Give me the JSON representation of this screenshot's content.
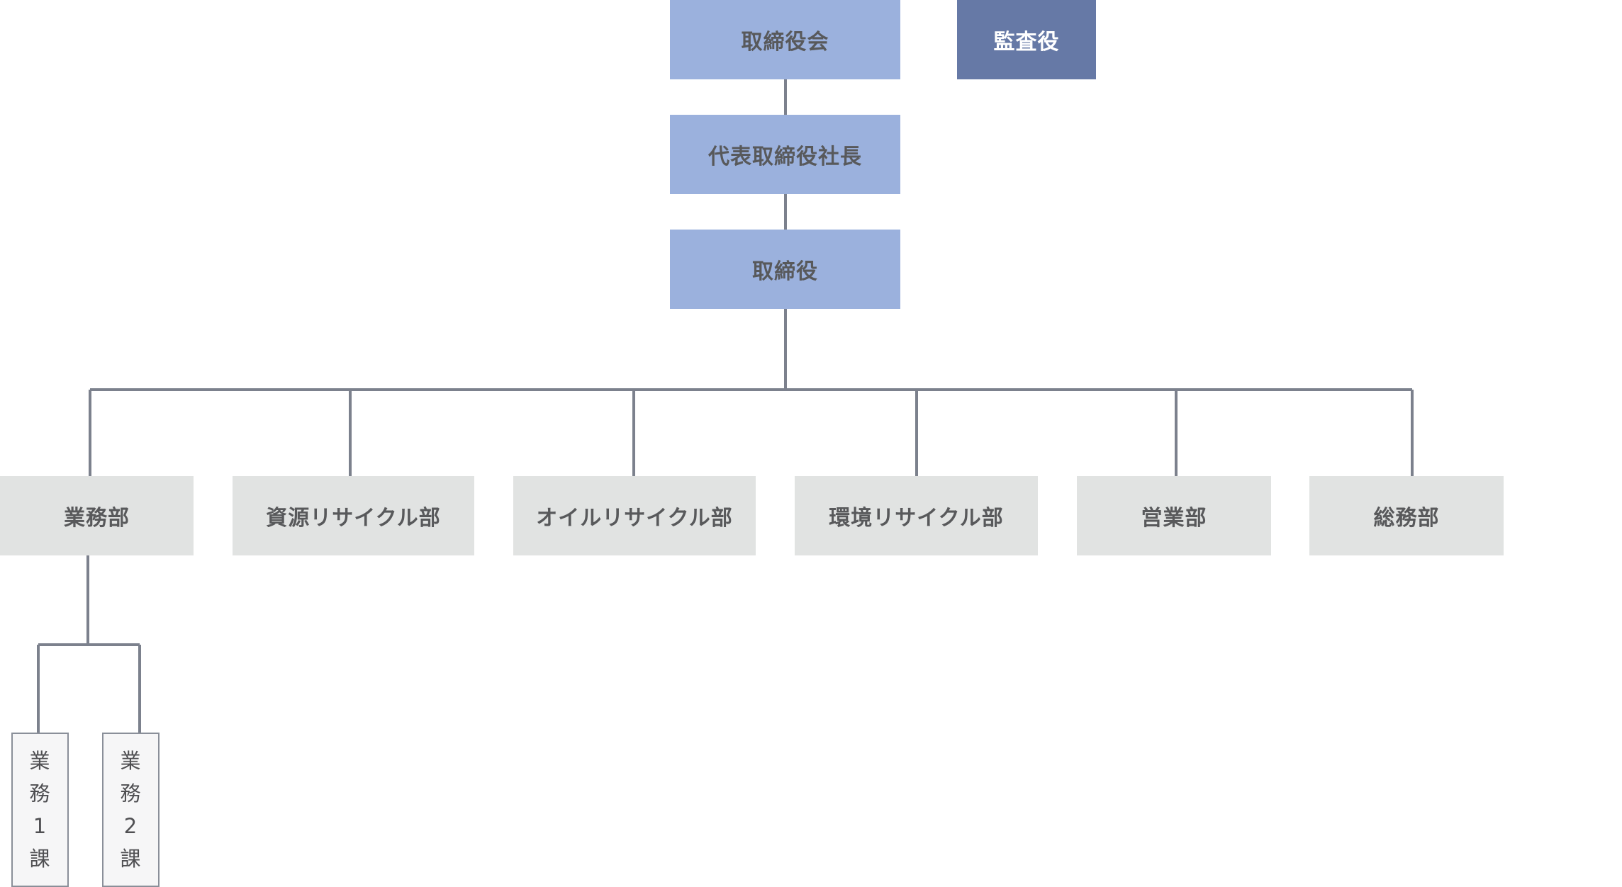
{
  "org_chart": {
    "board": "取締役会",
    "auditor": "監査役",
    "president": "代表取締役社長",
    "directors": "取締役",
    "departments": [
      {
        "label": "業務部"
      },
      {
        "label": "資源リサイクル部"
      },
      {
        "label": "オイルリサイクル部"
      },
      {
        "label": "環境リサイクル部"
      },
      {
        "label": "営業部"
      },
      {
        "label": "総務部"
      }
    ],
    "sections": [
      {
        "chars": [
          "業",
          "務",
          "1",
          "課"
        ]
      },
      {
        "chars": [
          "業",
          "務",
          "2",
          "課"
        ]
      }
    ]
  },
  "colors": {
    "executive_fill": "#9bb1dd",
    "auditor_fill": "#6679a6",
    "department_fill": "#e1e3e2",
    "section_fill": "#f6f6f7",
    "connector": "#7c818d",
    "text": "#58595b"
  }
}
